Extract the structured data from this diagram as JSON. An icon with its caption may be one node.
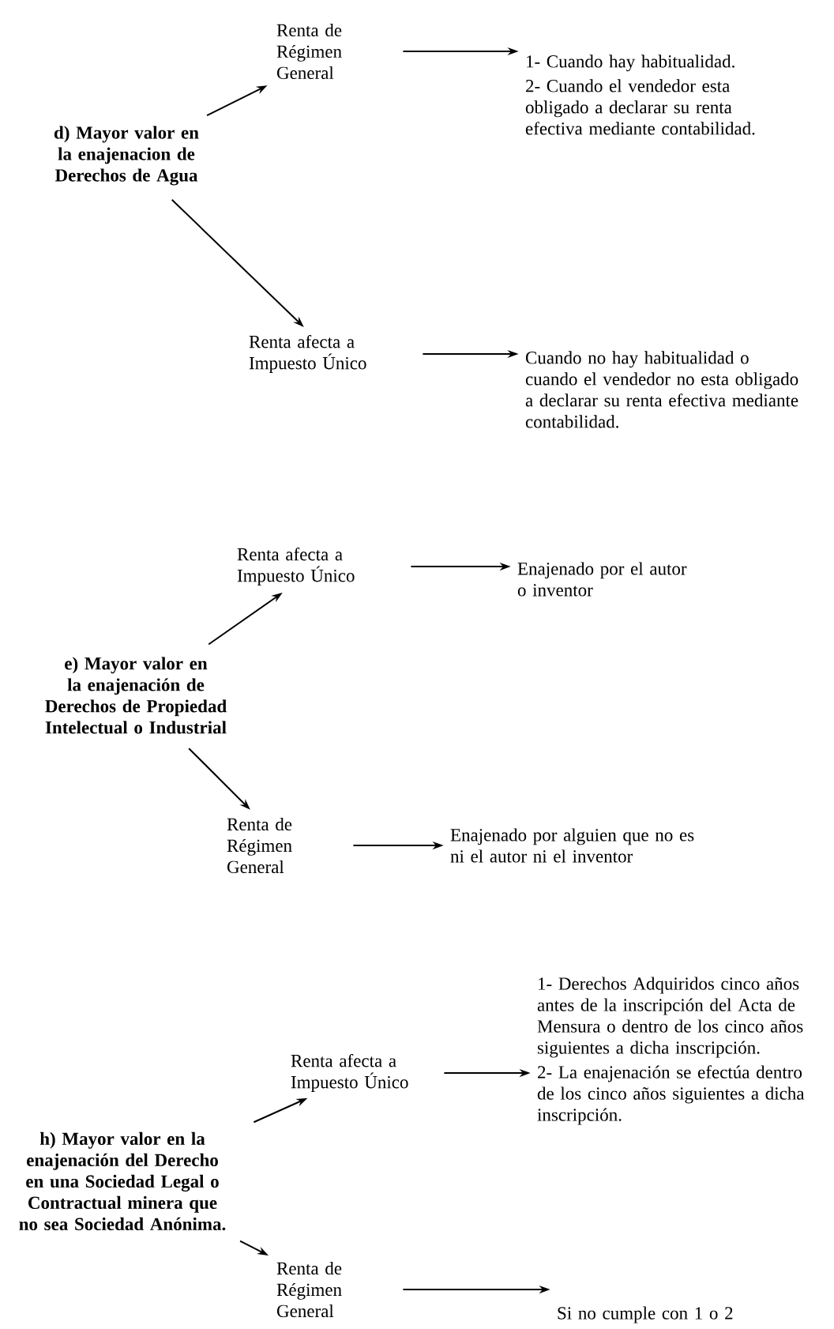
{
  "diagram": {
    "nodes": [
      {
        "text": [
          "d) Mayor valor en la enajenacion de Derechos de Agua"
        ]
      },
      {
        "text": [
          "Renta de Régimen General"
        ]
      },
      {
        "text": [
          "1- Cuando hay habitualidad.",
          "2- Cuando el vendedor esta obligado a declarar su renta efectiva mediante contabilidad."
        ]
      },
      {
        "text": [
          "Renta afecta a Impuesto Único"
        ]
      },
      {
        "text": [
          "Cuando no hay habitualidad o cuando el vendedor no esta obligado a declarar su renta efectiva mediante contabilidad."
        ]
      },
      {
        "text": [
          "e) Mayor valor en la enajenación de Derechos de Propiedad Intelectual o Industrial"
        ]
      },
      {
        "text": [
          "Renta afecta a Impuesto Único"
        ]
      },
      {
        "text": [
          "Enajenado por el autor o inventor"
        ]
      },
      {
        "text": [
          "Renta de Régimen General"
        ]
      },
      {
        "text": [
          "Enajenado por alguien que no es ni el autor ni el inventor"
        ]
      },
      {
        "text": [
          "h) Mayor valor en la enajenación del Derecho en una Sociedad Legal o Contractual minera que no sea Sociedad Anónima."
        ]
      },
      {
        "text": [
          "Renta afecta a Impuesto Único"
        ]
      },
      {
        "text": [
          "1- Derechos Adquiridos cinco años antes de la inscripción del Acta de Mensura o dentro de los cinco años siguientes a dicha inscripción.",
          "2- La enajenación se efectúa dentro de los cinco años siguientes a dicha inscripción."
        ]
      },
      {
        "text": [
          "Renta de Régimen General"
        ]
      },
      {
        "text": [
          "Si no cumple con 1 o 2"
        ]
      }
    ],
    "edges": [
      {
        "from": 0,
        "to": 1,
        "arrow": "to"
      },
      {
        "from": 1,
        "to": 2,
        "arrow": "to"
      },
      {
        "from": 0,
        "to": 3,
        "arrow": "to"
      },
      {
        "from": 3,
        "to": 4,
        "arrow": "to"
      },
      {
        "from": 5,
        "to": 6,
        "arrow": "to"
      },
      {
        "from": 6,
        "to": 7,
        "arrow": "to"
      },
      {
        "from": 5,
        "to": 8,
        "arrow": "to"
      },
      {
        "from": 8,
        "to": 9,
        "arrow": "to"
      },
      {
        "from": 10,
        "to": 11,
        "arrow": "to"
      },
      {
        "from": 11,
        "to": 12,
        "arrow": "to"
      },
      {
        "from": 10,
        "to": 13,
        "arrow": "to"
      },
      {
        "from": 13,
        "to": 14,
        "arrow": "to"
      }
    ]
  }
}
